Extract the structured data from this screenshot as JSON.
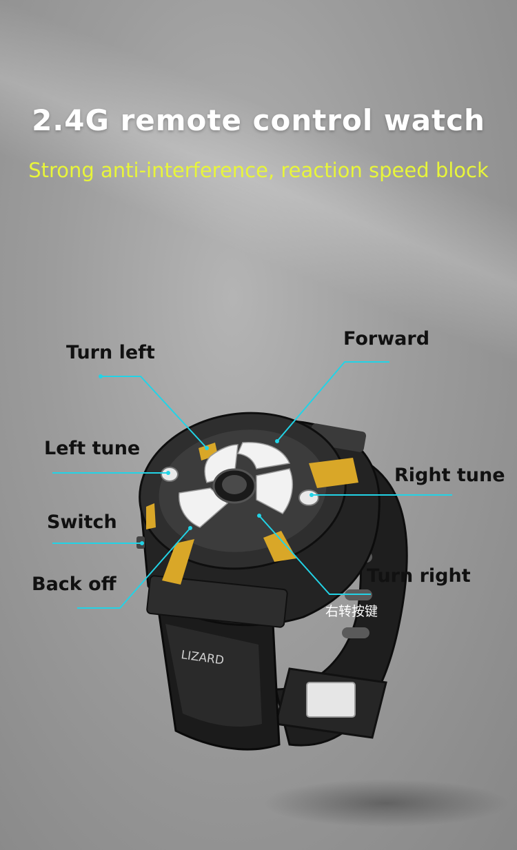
{
  "headline": "2.4G remote control watch",
  "subheadline": "Strong anti-interference, reaction speed block",
  "brand": "LIZARD",
  "labels": {
    "turn_left": "Turn left",
    "forward": "Forward",
    "left_tune": "Left tune",
    "right_tune": "Right tune",
    "switch": "Switch",
    "back_off": "Back off",
    "turn_right": "Turn right",
    "turn_right_cn": "右转按键"
  },
  "colors": {
    "headline": "#ffffff",
    "subheadline": "#e8f53a",
    "callout_line": "#22d3e6",
    "accent_gold": "#d9a728"
  }
}
